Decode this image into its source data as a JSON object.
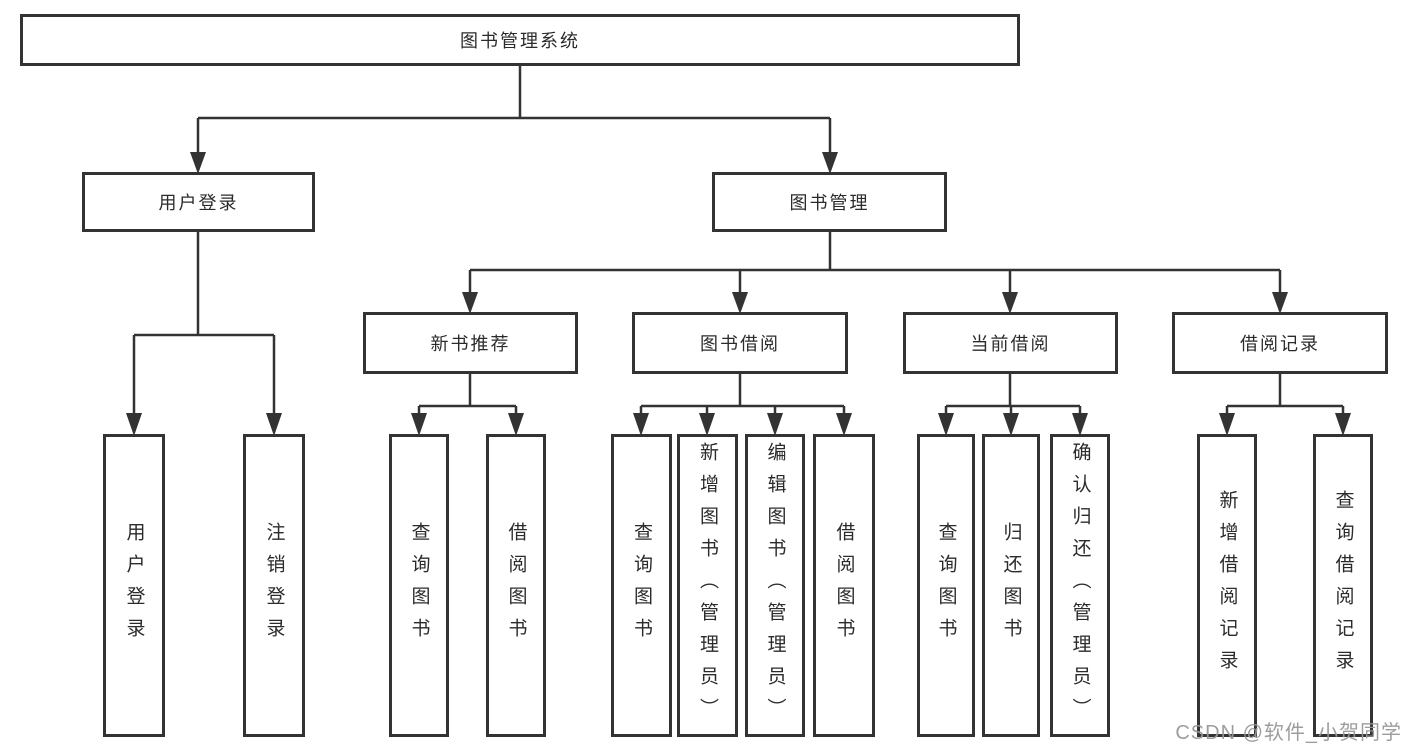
{
  "diagram": {
    "root": {
      "label": "图书管理系统"
    },
    "children": [
      {
        "label": "用户登录",
        "children": [
          {
            "label": "用户登录"
          },
          {
            "label": "注销登录"
          }
        ]
      },
      {
        "label": "图书管理",
        "children": [
          {
            "label": "新书推荐",
            "children": [
              {
                "label": "查询图书"
              },
              {
                "label": "借阅图书"
              }
            ]
          },
          {
            "label": "图书借阅",
            "children": [
              {
                "label": "查询图书"
              },
              {
                "label": "新增图书（管理员）"
              },
              {
                "label": "编辑图书（管理员）"
              },
              {
                "label": "借阅图书"
              }
            ]
          },
          {
            "label": "当前借阅",
            "children": [
              {
                "label": "查询图书"
              },
              {
                "label": "归还图书"
              },
              {
                "label": "确认归还（管理员）"
              }
            ]
          },
          {
            "label": "借阅记录",
            "children": [
              {
                "label": "新增借阅记录"
              },
              {
                "label": "查询借阅记录"
              }
            ]
          }
        ]
      }
    ]
  },
  "watermark": {
    "text": "CSDN @软件_小贺同学"
  },
  "colors": {
    "line": "#333333",
    "box_border": "#333333",
    "text": "#2b2b2b",
    "watermark": "#989898",
    "background": "#ffffff"
  }
}
